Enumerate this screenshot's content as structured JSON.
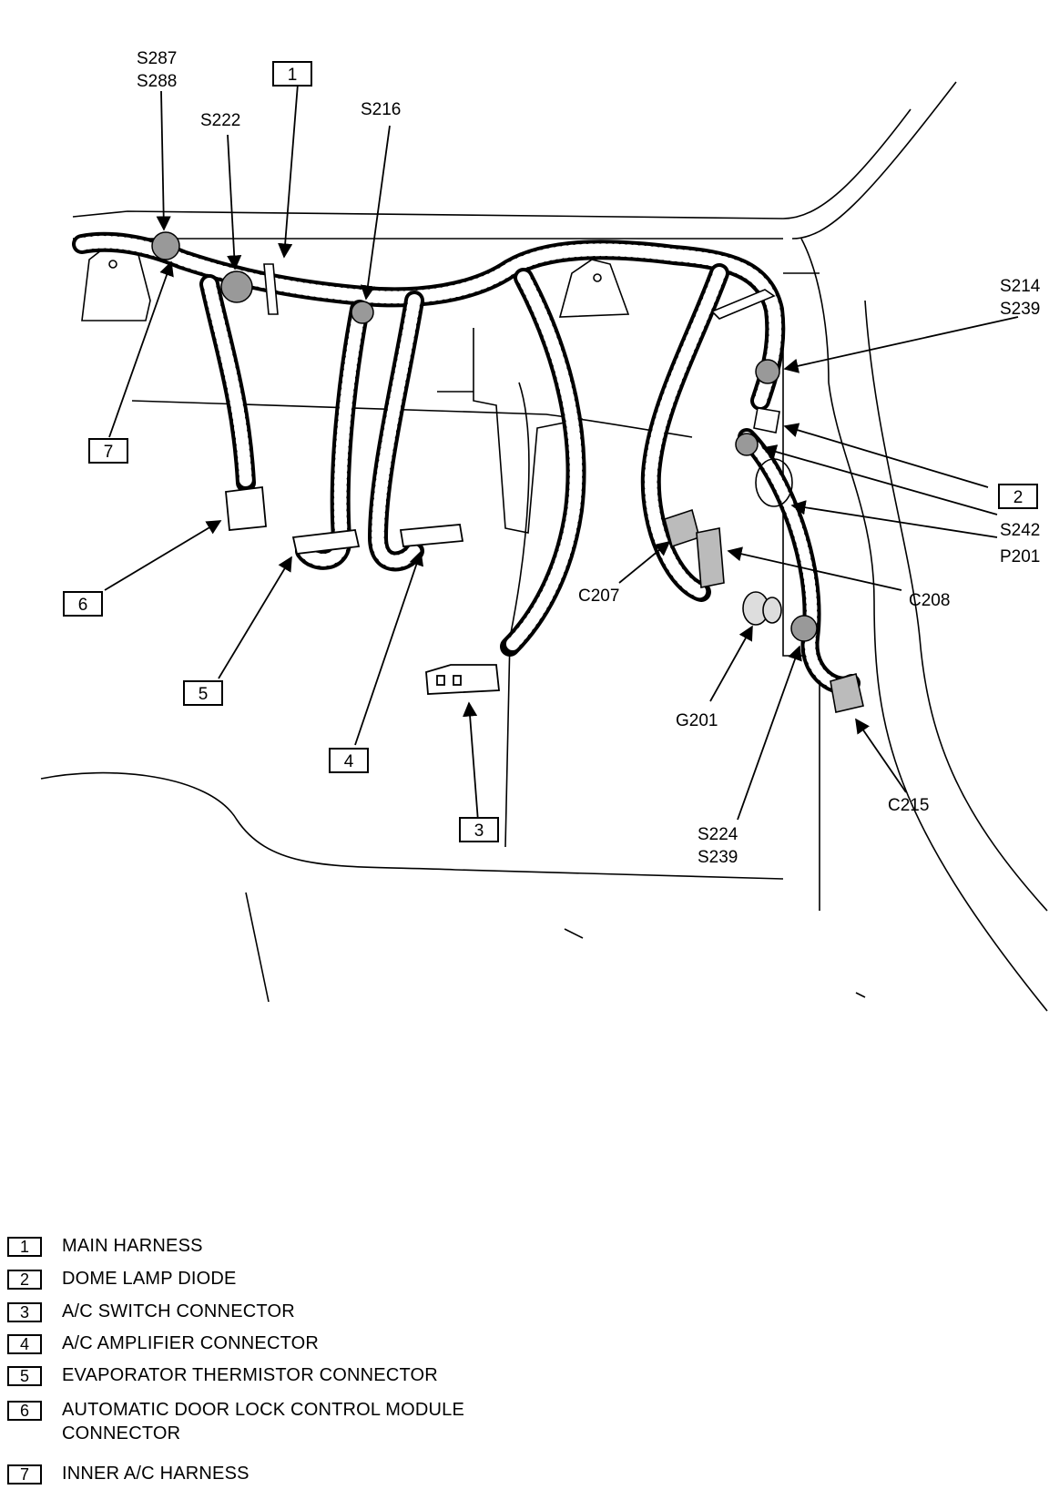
{
  "callouts": {
    "s287": "S287",
    "s288": "S288",
    "s222": "S222",
    "s216": "S216",
    "s214": "S214",
    "s239a": "S239",
    "s242": "S242",
    "p201": "P201",
    "c207": "C207",
    "c208": "C208",
    "g201": "G201",
    "c215": "C215",
    "s224": "S224",
    "s239b": "S239"
  },
  "boxes": {
    "b1": "1",
    "b2": "2",
    "b3": "3",
    "b4": "4",
    "b5": "5",
    "b6": "6",
    "b7": "7"
  },
  "legend": [
    {
      "num": "1",
      "label": "MAIN HARNESS"
    },
    {
      "num": "2",
      "label": "DOME LAMP DIODE"
    },
    {
      "num": "3",
      "label": "A/C SWITCH CONNECTOR"
    },
    {
      "num": "4",
      "label": "A/C AMPLIFIER CONNECTOR"
    },
    {
      "num": "5",
      "label": "EVAPORATOR THERMISTOR CONNECTOR"
    },
    {
      "num": "6",
      "label": "AUTOMATIC DOOR LOCK CONTROL MODULE CONNECTOR"
    },
    {
      "num": "7",
      "label": "INNER A/C HARNESS"
    }
  ]
}
